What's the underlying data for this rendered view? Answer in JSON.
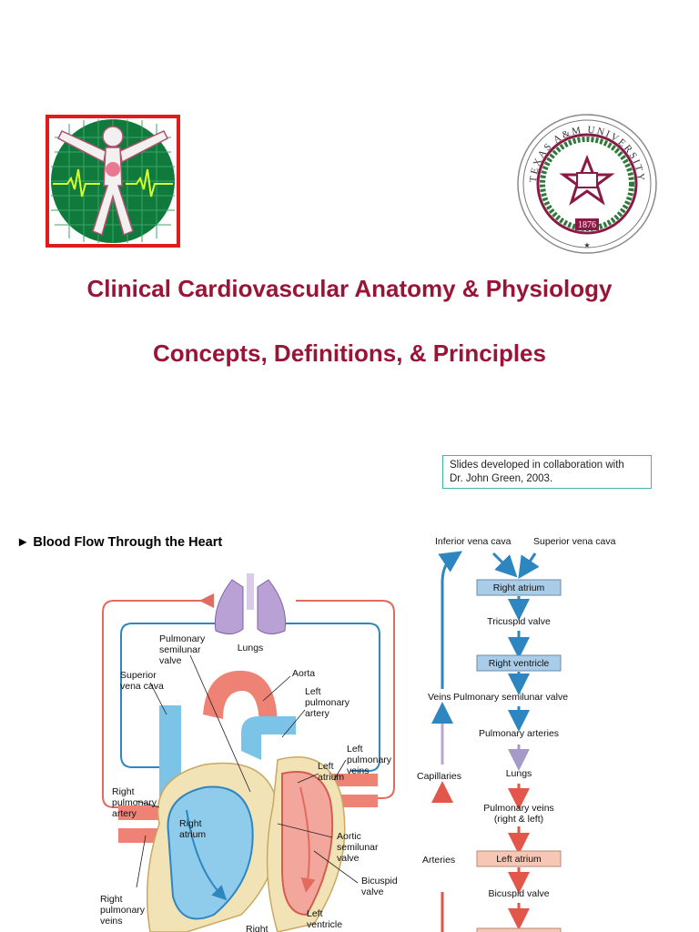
{
  "titles": {
    "main": "Clinical Cardiovascular Anatomy & Physiology",
    "sub": "Concepts, Definitions, & Principles"
  },
  "credit": {
    "line1": "Slides developed in collaboration with",
    "line2": "Dr. John Green, 2003."
  },
  "section": {
    "heading": "► Blood Flow Through the Heart"
  },
  "seal": {
    "year": "1876",
    "ring_text": "TEXAS A&M UNIVERSITY"
  },
  "heart_labels": {
    "lungs": "Lungs",
    "pulm_semilunar": [
      "Pulmonary",
      "semilunar",
      "valve"
    ],
    "sup_vena_cava": [
      "Superior",
      "vena cava"
    ],
    "aorta": "Aorta",
    "left_pulm_artery": [
      "Left",
      "pulmonary",
      "artery"
    ],
    "left_pulm_veins": [
      "Left",
      "pulmonary",
      "veins"
    ],
    "left_atrium": [
      "Left",
      "atrium"
    ],
    "right_pulm_artery": [
      "Right",
      "pulmonary",
      "artery"
    ],
    "right_atrium": [
      "Right",
      "atrium"
    ],
    "aortic_semilunar": [
      "Aortic",
      "semilunar",
      "valve"
    ],
    "bicuspid": [
      "Bicuspid",
      "valve"
    ],
    "right_pulm_veins": [
      "Right",
      "pulmonary",
      "veins"
    ],
    "left_ventricle": [
      "Left",
      "ventricle"
    ],
    "right_cut": "Right"
  },
  "flow": {
    "inferior": "Inferior vena cava",
    "superior": "Superior vena cava",
    "right_atrium": "Right atrium",
    "tricuspid": "Tricuspid valve",
    "right_ventricle": "Right ventricle",
    "veins": "Veins",
    "pulm_semilunar": "Pulmonary semilunar valve",
    "pulm_arteries": "Pulmonary arteries",
    "capillaries": "Capillaries",
    "lungs": "Lungs",
    "pulm_veins": "Pulmonary veins",
    "pulm_veins_sub": "(right & left)",
    "arteries": "Arteries",
    "left_atrium": "Left atrium",
    "bicuspid": "Bicuspid valve"
  }
}
